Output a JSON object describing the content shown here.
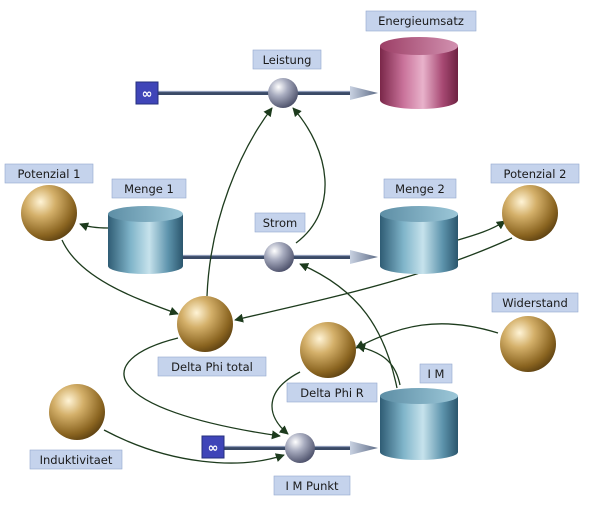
{
  "nodes": {
    "energieumsatz": "Energieumsatz",
    "leistung": "Leistung",
    "potenzial1": "Potenzial 1",
    "menge1": "Menge 1",
    "strom": "Strom",
    "menge2": "Menge 2",
    "potenzial2": "Potenzial 2",
    "widerstand": "Widerstand",
    "delta_phi_total": "Delta Phi total",
    "delta_phi_r": "Delta Phi R",
    "im": "I M",
    "induktivitaet": "Induktivitaet",
    "im_punkt": "I M Punkt"
  },
  "source_symbol": "∞",
  "colors": {
    "stock_blue": "#3b6e86",
    "stock_pink": "#b0537c",
    "sphere_gold": "#a07d2e",
    "valve_gray": "#8e92a8",
    "link": "#1d3b1d",
    "label_bg": "#c5d3ec",
    "source_bg": "#3f45b8"
  }
}
